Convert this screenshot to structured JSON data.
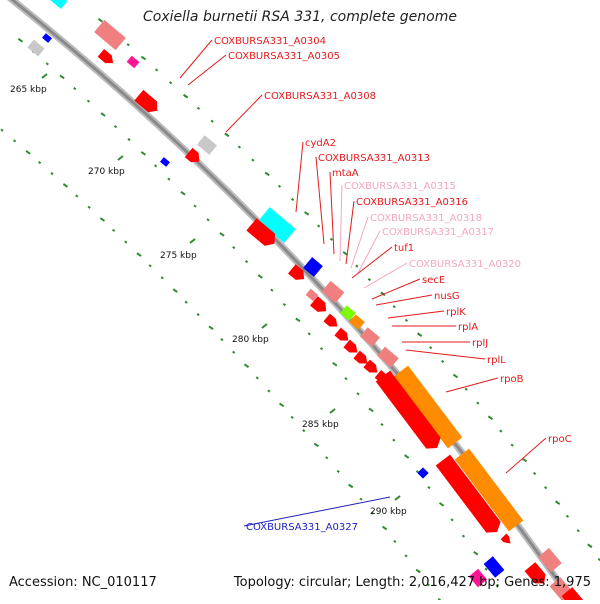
{
  "title": "Coxiella burnetii RSA 331, complete genome",
  "footer": {
    "accession": "Accession: NC_010117",
    "summary": "Topology: circular; Length: 2,016,427 bp; Genes: 1,975"
  },
  "ticks": [
    "265 kbp",
    "270 kbp",
    "275 kbp",
    "280 kbp",
    "285 kbp",
    "290 kbp"
  ],
  "gene_labels": [
    {
      "text": "COXBURSA331_A0304",
      "color": "#e31a1c"
    },
    {
      "text": "COXBURSA331_A0305",
      "color": "#e31a1c"
    },
    {
      "text": "COXBURSA331_A0308",
      "color": "#e31a1c"
    },
    {
      "text": "cydA2",
      "color": "#e31a1c"
    },
    {
      "text": "COXBURSA331_A0313",
      "color": "#e31a1c"
    },
    {
      "text": "mtaA",
      "color": "#e31a1c"
    },
    {
      "text": "COXBURSA331_A0315",
      "color": "#f4a6c0"
    },
    {
      "text": "COXBURSA331_A0316",
      "color": "#e31a1c"
    },
    {
      "text": "COXBURSA331_A0318",
      "color": "#f4a6c0"
    },
    {
      "text": "COXBURSA331_A0317",
      "color": "#f4a6c0"
    },
    {
      "text": "tuf1",
      "color": "#e31a1c"
    },
    {
      "text": "COXBURSA331_A0320",
      "color": "#f4a6c0"
    },
    {
      "text": "secE",
      "color": "#e31a1c"
    },
    {
      "text": "nusG",
      "color": "#e31a1c"
    },
    {
      "text": "rplK",
      "color": "#e31a1c"
    },
    {
      "text": "rplA",
      "color": "#e31a1c"
    },
    {
      "text": "rplJ",
      "color": "#e31a1c"
    },
    {
      "text": "rplL",
      "color": "#e31a1c"
    },
    {
      "text": "rpoB",
      "color": "#e31a1c"
    },
    {
      "text": "rpoC",
      "color": "#e31a1c"
    },
    {
      "text": "COXBURSA331_A0327",
      "color": "#1f1fbf"
    }
  ],
  "colors": {
    "backbone": "#8a8a8a",
    "forward_gene": "#ff0000",
    "forward_gene_light": "#f08080",
    "operon": "#ff8c00",
    "cyan_gene": "#00ffff",
    "blue_gene": "#0000ff",
    "magenta_gene": "#ff1493",
    "green_gene": "#7cfc00",
    "grey_gene": "#c8c8c8",
    "dots": "#2e8b2e"
  }
}
